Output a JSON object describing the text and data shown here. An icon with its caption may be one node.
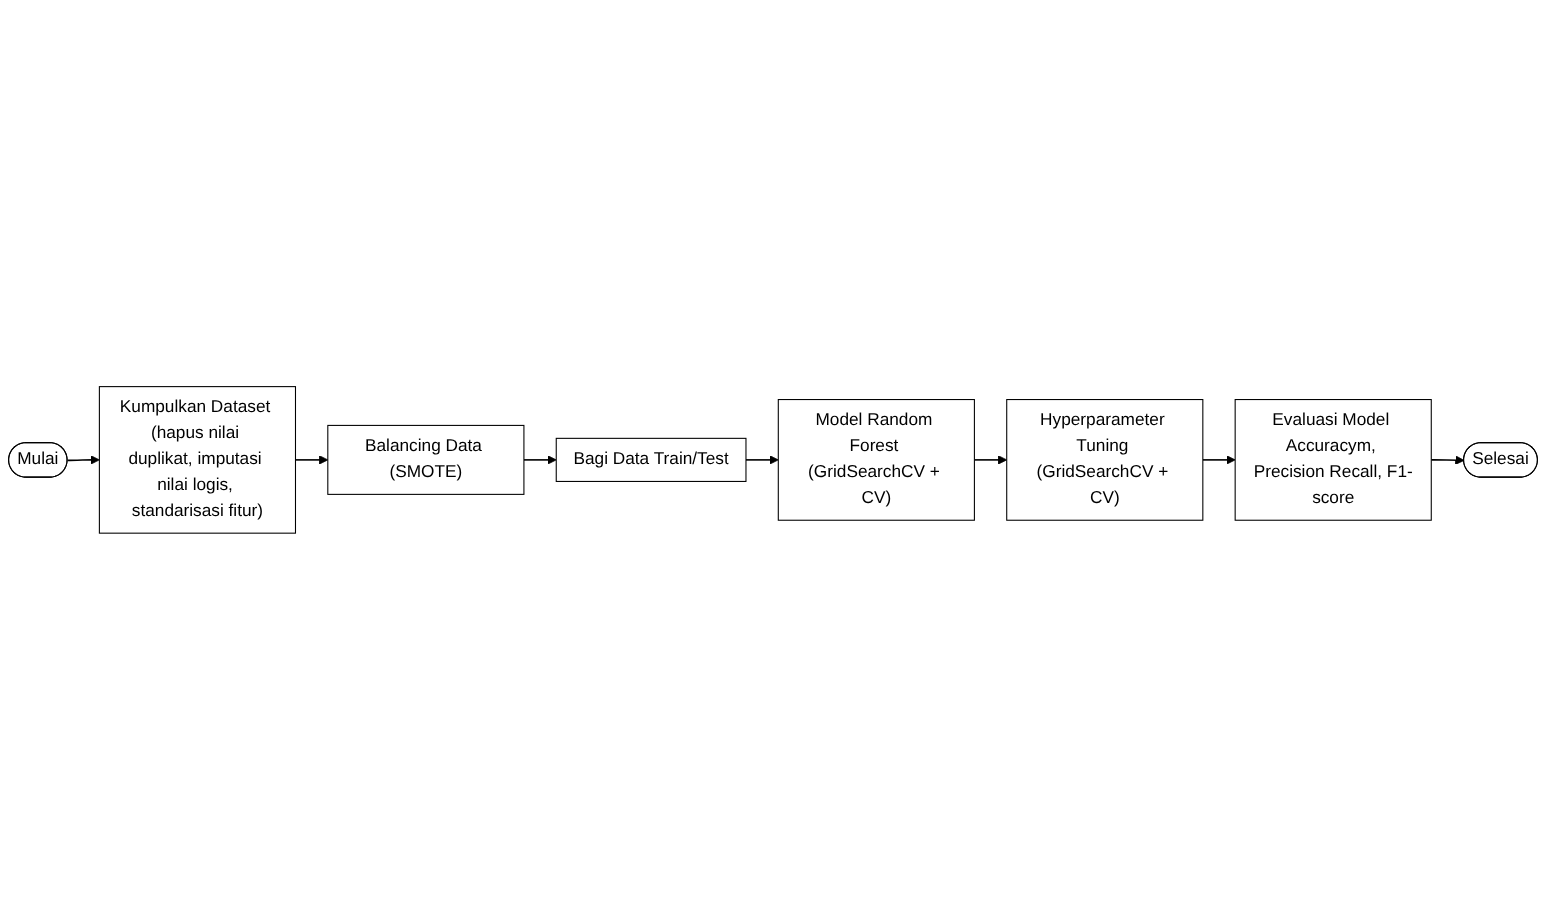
{
  "diagram": {
    "nodes": [
      {
        "text": [
          "Mulai"
        ]
      },
      {
        "text": [
          "Kumpulkan Dataset (hapus nilai duplikat, imputasi nilai logis, standarisasi fitur)"
        ]
      },
      {
        "text": [
          "Balancing Data (SMOTE)"
        ]
      },
      {
        "text": [
          "Bagi Data Train/Test"
        ]
      },
      {
        "text": [
          "Model Random Forest (GridSearchCV + CV)"
        ]
      },
      {
        "text": [
          "Hyperparameter Tuning (GridSearchCV + CV)"
        ]
      },
      {
        "text": [
          "Evaluasi Model Accuracym, Precision Recall, F1-score"
        ]
      },
      {
        "text": [
          "Selesai"
        ]
      }
    ],
    "edges": [
      {
        "from": 0,
        "to": 1,
        "arrow": "to"
      },
      {
        "from": 1,
        "to": 2,
        "arrow": "to"
      },
      {
        "from": 2,
        "to": 3,
        "arrow": "to"
      },
      {
        "from": 3,
        "to": 4,
        "arrow": "to"
      },
      {
        "from": 4,
        "to": 5,
        "arrow": "to"
      },
      {
        "from": 5,
        "to": 6,
        "arrow": "to"
      },
      {
        "from": 6,
        "to": 7,
        "arrow": "to"
      }
    ]
  }
}
